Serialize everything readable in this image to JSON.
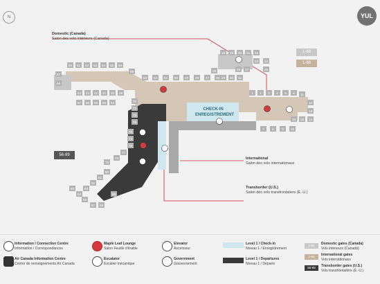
{
  "airport_code": "YUL",
  "compass": "N",
  "colors": {
    "domestic": "#c8c8c8",
    "international": "#c6b29c",
    "transborder": "#3a3a3a",
    "checkin": "#cfe7ef",
    "route_line": "#c8202e",
    "lounge": "#d33a3e"
  },
  "section_labels": {
    "domestic_en": "Domestic (Canada)",
    "domestic_fr": "Salon des vols intérieurs (Canada)",
    "international_en": "International",
    "international_fr": "Salon des vols internationaux",
    "transborder_en": "Transborder (U.S.)",
    "transborder_fr": "Salon des vols transfrontaliers (É.-U.)"
  },
  "checkin": {
    "en": "CHECK-IN",
    "fr": "ENREGISTREMENT"
  },
  "range_badges": {
    "domestic": "1-68",
    "international": "1-68",
    "transborder": "56-89"
  },
  "gates": [
    {
      "n": "18"
    },
    {
      "n": "19"
    },
    {
      "n": "20"
    },
    {
      "n": "21"
    },
    {
      "n": "22"
    },
    {
      "n": "23"
    },
    {
      "n": "24"
    },
    {
      "n": "25"
    },
    {
      "n": "26"
    },
    {
      "n": "27"
    },
    {
      "n": "28"
    },
    {
      "n": "29"
    },
    {
      "n": "30"
    },
    {
      "n": "31"
    },
    {
      "n": "60"
    },
    {
      "n": "61"
    },
    {
      "n": "62"
    },
    {
      "n": "63"
    },
    {
      "n": "64"
    },
    {
      "n": "65"
    },
    {
      "n": "66"
    },
    {
      "n": "67"
    },
    {
      "n": "68"
    },
    {
      "n": "69"
    },
    {
      "n": "53"
    },
    {
      "n": "52"
    },
    {
      "n": "51"
    },
    {
      "n": "50"
    },
    {
      "n": "49"
    },
    {
      "n": "48"
    },
    {
      "n": "47"
    },
    {
      "n": "46"
    },
    {
      "n": "44"
    },
    {
      "n": "43"
    },
    {
      "n": "42"
    },
    {
      "n": "41"
    },
    {
      "n": "40"
    },
    {
      "n": "39"
    },
    {
      "n": "1"
    },
    {
      "n": "2"
    },
    {
      "n": "3"
    },
    {
      "n": "4"
    },
    {
      "n": "5"
    },
    {
      "n": "6"
    },
    {
      "n": "7"
    },
    {
      "n": "8"
    },
    {
      "n": "9"
    },
    {
      "n": "10"
    },
    {
      "n": "11"
    },
    {
      "n": "12"
    },
    {
      "n": "13"
    },
    {
      "n": "14"
    },
    {
      "n": "15"
    },
    {
      "n": "16"
    },
    {
      "n": "57"
    },
    {
      "n": "58"
    },
    {
      "n": "59"
    },
    {
      "n": "56"
    },
    {
      "n": "54"
    },
    {
      "n": "70"
    },
    {
      "n": "71"
    },
    {
      "n": "72"
    },
    {
      "n": "73"
    },
    {
      "n": "74"
    },
    {
      "n": "75"
    },
    {
      "n": "76"
    },
    {
      "n": "77"
    },
    {
      "n": "78"
    },
    {
      "n": "79"
    },
    {
      "n": "80"
    },
    {
      "n": "81"
    },
    {
      "n": "82"
    },
    {
      "n": "83"
    },
    {
      "n": "84"
    },
    {
      "n": "85"
    },
    {
      "n": "86"
    },
    {
      "n": "87"
    },
    {
      "n": "88"
    },
    {
      "n": "89"
    }
  ],
  "legend": {
    "info_en": "Information / Connection Centre",
    "info_fr": "Information / Correspondances",
    "ac_en": "Air Canada Information Centre",
    "ac_fr": "Centre de renseignements Air Canada",
    "lounge_en": "Maple Leaf Lounge",
    "lounge_fr": "Salon Feuille d'érable",
    "escalator_en": "Escalator",
    "escalator_fr": "Escalier mécanique",
    "elevator_en": "Elevator",
    "elevator_fr": "Ascenseur",
    "gov_en": "Government",
    "gov_fr": "Gouvernement",
    "level1_en": "Level 1 / Check-in",
    "level1_fr": "Niveau 1 / Enregistrement",
    "level1dep_en": "Level 1 / Departures",
    "level1dep_fr": "Niveau 1 / Départs",
    "dom_en": "Domestic gates (Canada)",
    "dom_fr": "Vols intérieurs (Canada)",
    "intl_en": "International gates",
    "intl_fr": "Vols internationaux",
    "tb_en": "Transborder gates (U.S.)",
    "tb_fr": "Vols transfrontaliers (É.-U.)",
    "chip_dom": "1-68",
    "chip_intl": "1-68",
    "chip_tb": "56-89"
  }
}
